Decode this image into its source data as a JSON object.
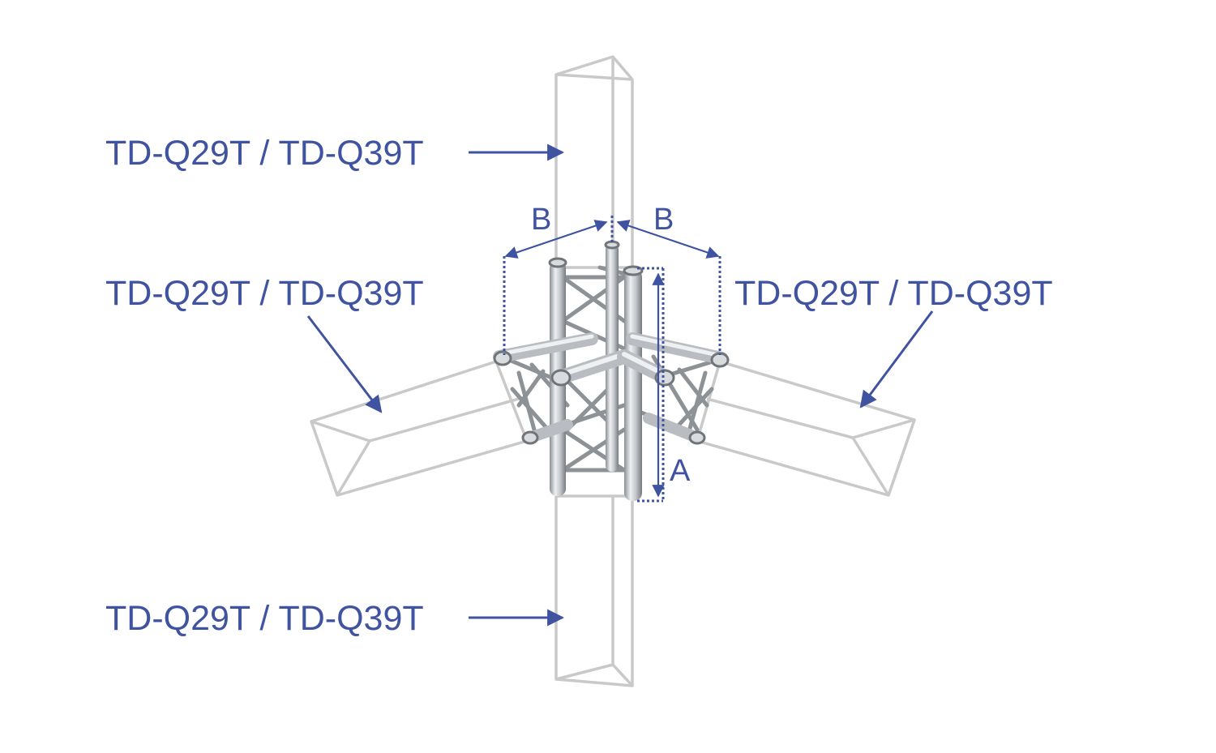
{
  "colors": {
    "annotation": "#3f53a0",
    "ghost_truss": "#c9c9c9",
    "metal_light": "#e6e8ea",
    "metal_mid": "#b5b9bd",
    "metal_dark": "#7b8085"
  },
  "labels": {
    "top": "TD-Q29T / TD-Q39T",
    "left": "TD-Q29T / TD-Q39T",
    "right": "TD-Q29T / TD-Q39T",
    "bottom": "TD-Q29T / TD-Q39T"
  },
  "dimensions": {
    "b_left": "B",
    "b_right": "B",
    "a": "A"
  }
}
